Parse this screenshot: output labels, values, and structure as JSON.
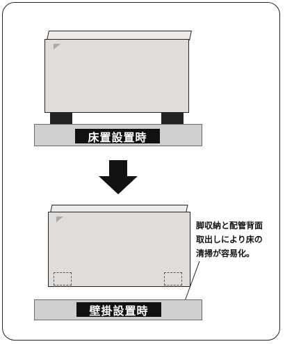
{
  "before_label": "床置設置時",
  "after_label": "壁掛設置時",
  "note": "脚収納と配管背面\n取出しにより床の\n清掃が容易化。",
  "icons": {
    "arrow": "down-arrow-icon",
    "logo": "brand-logo-icon"
  },
  "colors": {
    "floor": "#cfcfcf",
    "unit_body": "#e0dcd9",
    "label_bg": "#111111"
  }
}
